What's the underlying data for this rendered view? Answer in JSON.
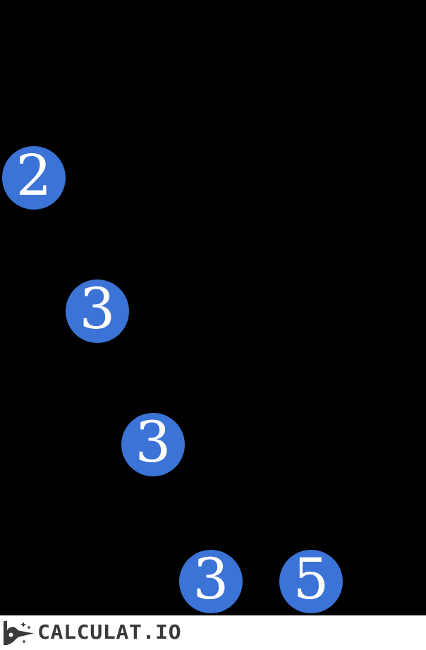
{
  "diagram": {
    "type": "prime-factor-tree",
    "nodes": [
      {
        "value": "2"
      },
      {
        "value": "3"
      },
      {
        "value": "3"
      },
      {
        "value": "3"
      },
      {
        "value": "5"
      }
    ],
    "node_color": "#3B73D6",
    "node_text_color": "#FFFFFF",
    "background_color": "#000000"
  },
  "footer": {
    "brand": "CALCULAT.IO",
    "icon": "magic-wand-sparkles-icon",
    "background_color": "#FFFFFF",
    "text_color": "#3A3A3A"
  }
}
